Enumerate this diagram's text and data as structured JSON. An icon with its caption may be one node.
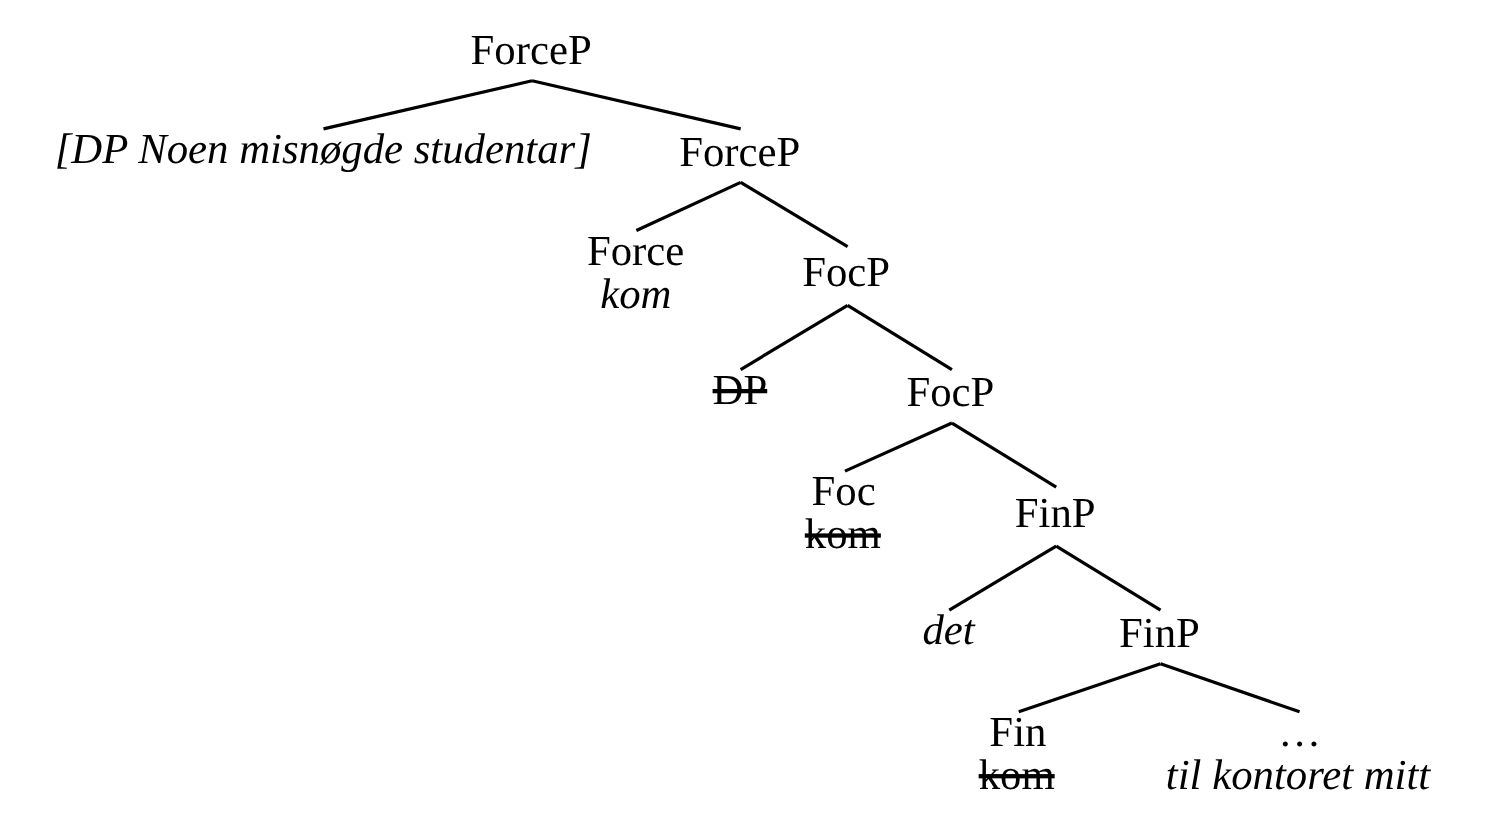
{
  "diagram": {
    "nodes": [
      {
        "text": [
          "ForceP"
        ]
      },
      {
        "text": [
          "[DP Noen misnøgde studentar]"
        ]
      },
      {
        "text": [
          "ForceP"
        ]
      },
      {
        "text": [
          "Force",
          "kom"
        ]
      },
      {
        "text": [
          "FocP"
        ]
      },
      {
        "text": [
          "DP"
        ]
      },
      {
        "text": [
          "FocP"
        ]
      },
      {
        "text": [
          "Foc",
          "kom"
        ]
      },
      {
        "text": [
          "FinP"
        ]
      },
      {
        "text": [
          "det"
        ]
      },
      {
        "text": [
          "FinP"
        ]
      },
      {
        "text": [
          "Fin",
          "kom"
        ]
      },
      {
        "text": [
          "…",
          "til kontoret mitt"
        ]
      }
    ],
    "edges": [
      {
        "from": 0,
        "to": 1,
        "arrow": "none"
      },
      {
        "from": 0,
        "to": 2,
        "arrow": "none"
      },
      {
        "from": 2,
        "to": 3,
        "arrow": "none"
      },
      {
        "from": 2,
        "to": 4,
        "arrow": "none"
      },
      {
        "from": 4,
        "to": 5,
        "arrow": "none"
      },
      {
        "from": 4,
        "to": 6,
        "arrow": "none"
      },
      {
        "from": 6,
        "to": 7,
        "arrow": "none"
      },
      {
        "from": 6,
        "to": 8,
        "arrow": "none"
      },
      {
        "from": 8,
        "to": 9,
        "arrow": "none"
      },
      {
        "from": 8,
        "to": 10,
        "arrow": "none"
      },
      {
        "from": 10,
        "to": 11,
        "arrow": "none"
      },
      {
        "from": 10,
        "to": 12,
        "arrow": "none"
      }
    ]
  }
}
